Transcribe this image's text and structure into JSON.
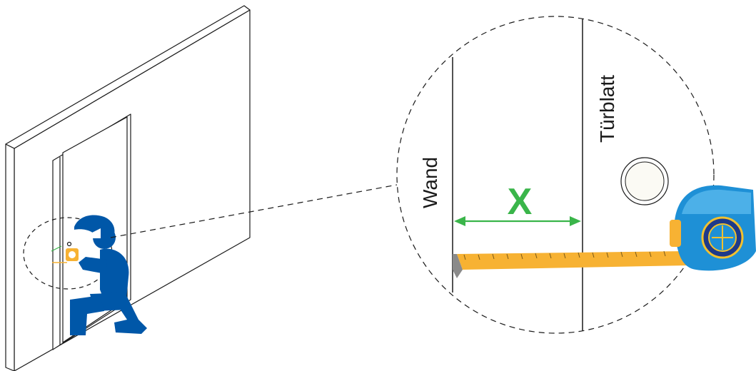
{
  "labels": {
    "wall": "Wand",
    "door_leaf": "Türblatt",
    "distance": "X"
  },
  "icons": {
    "person": "kneeling-worker-icon",
    "tape_measure": "tape-measure-icon",
    "door_knob": "door-knob-icon",
    "arrow": "double-arrow-icon"
  },
  "colors": {
    "worker": "#0057a8",
    "tape_blade": "#f7b233",
    "tape_case": "#1e90d6",
    "tape_case_light": "#58b8ec",
    "tape_badge_ring": "#f2c12e",
    "arrow": "#3ab54a",
    "line": "#1a1a1a"
  }
}
